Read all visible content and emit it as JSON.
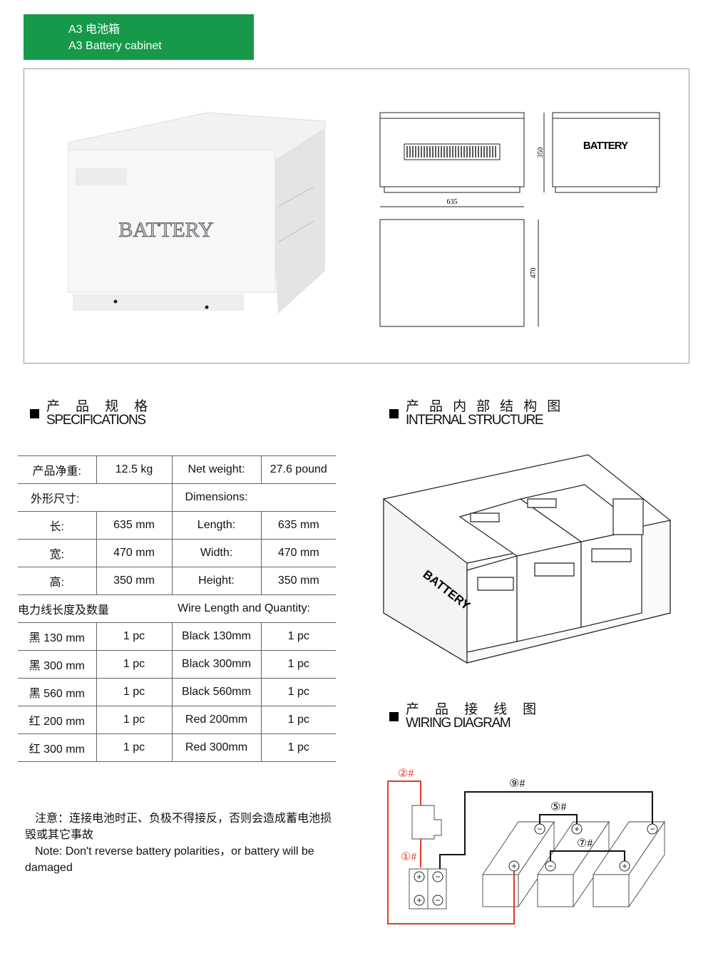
{
  "header": {
    "title_cn": "A3 电池箱",
    "title_en": "A3  Battery  cabinet"
  },
  "product": {
    "photo_label": "BATTERY",
    "drawing_label": "BATTERY",
    "dims": {
      "length": "635",
      "height": "350",
      "width": "470"
    }
  },
  "specifications": {
    "title_cn": "产 品 规 格",
    "title_en": "SPECIFICATIONS",
    "rows": [
      [
        "产品净重:",
        "12.5 kg",
        "Net weight:",
        "27.6 pound"
      ],
      [
        "外形尺寸:",
        "Dimensions:"
      ],
      [
        "长:",
        "635 mm",
        "Length:",
        "635 mm"
      ],
      [
        "宽:",
        "470 mm",
        "Width:",
        "470 mm"
      ],
      [
        "高:",
        "350 mm",
        "Height:",
        "350 mm"
      ],
      [
        "电力线长度及数量",
        "Wire Length and Quantity:"
      ],
      [
        "黑 130 mm",
        "1 pc",
        "Black 130mm",
        "1 pc"
      ],
      [
        "黑 300 mm",
        "1 pc",
        "Black 300mm",
        "1 pc"
      ],
      [
        "黑 560 mm",
        "1 pc",
        "Black 560mm",
        "1 pc"
      ],
      [
        "红 200 mm",
        "1 pc",
        "Red 200mm",
        "1 pc"
      ],
      [
        "红 300 mm",
        "1 pc",
        "Red 300mm",
        "1 pc"
      ]
    ]
  },
  "note": {
    "cn": "注意：连接电池时正、负极不得接反，否则会造成蓄电池损毁或其它事故",
    "en": "Note: Don't reverse battery polarities，or battery will be damaged"
  },
  "internal": {
    "title_cn": "产 品 内 部 结 构 图",
    "title_en": "INTERNAL STRUCTURE",
    "label": "BATTERY"
  },
  "wiring": {
    "title_cn": "产 品 接 线 图",
    "title_en": "WIRING DIAGRAM",
    "wires": [
      "②#",
      "①#",
      "⑨#",
      "⑤#",
      "⑦#"
    ]
  },
  "colors": {
    "brand": "#17994a",
    "red_wire": "#e03a2c"
  }
}
